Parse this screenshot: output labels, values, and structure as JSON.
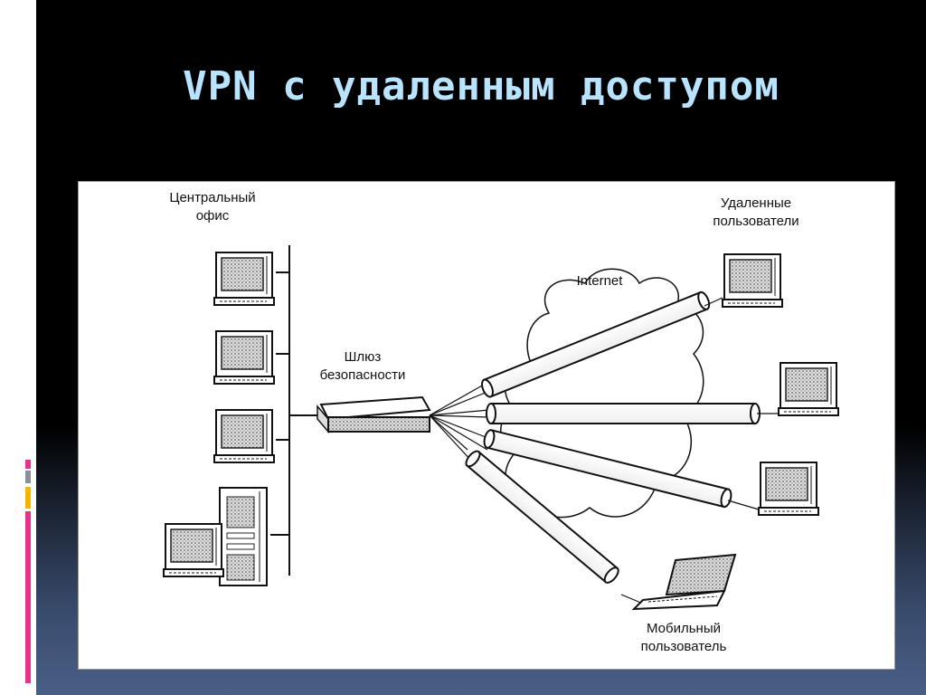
{
  "title": "VPN с удаленным доступом",
  "labels": {
    "central_office": [
      "Центральный",
      "офис"
    ],
    "gateway": [
      "Шлюз",
      "безопасности"
    ],
    "internet": "Internet",
    "remote_users": [
      "Удаленные",
      "пользователи"
    ],
    "mobile_user": [
      "Мобильный",
      "пользователь"
    ]
  },
  "colors": {
    "title": "#b9e4ff",
    "accent_pink": "#e8338a",
    "accent_yellow": "#f5b400",
    "accent_gray": "#8a8f99"
  }
}
